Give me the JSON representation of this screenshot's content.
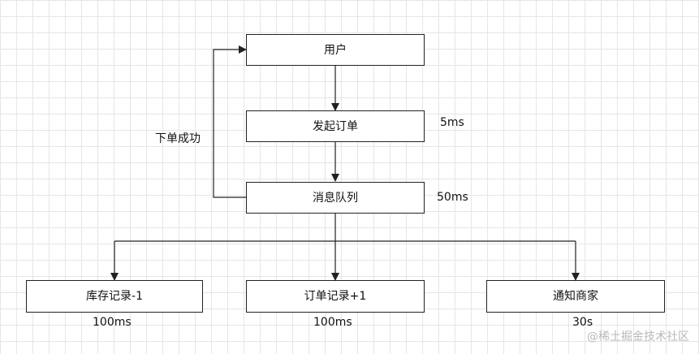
{
  "nodes": {
    "user": "用户",
    "place_order": "发起订单",
    "message_queue": "消息队列",
    "inventory": "库存记录-1",
    "order_record": "订单记录+1",
    "notify_merchant": "通知商家"
  },
  "labels": {
    "order_success": "下单成功",
    "t_place_order": "5ms",
    "t_message_queue": "50ms",
    "t_inventory": "100ms",
    "t_order_record": "100ms",
    "t_notify_merchant": "30s"
  },
  "watermark": "@稀土掘金技术社区"
}
